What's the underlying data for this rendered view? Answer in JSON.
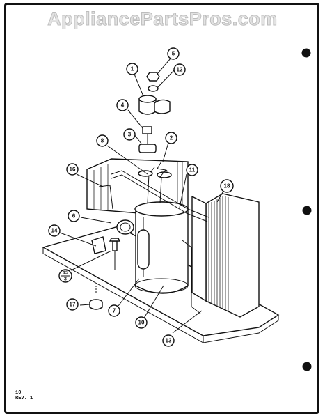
{
  "watermark": "AppliancePartsPros.com",
  "callouts": [
    {
      "id": "c1",
      "label": "1"
    },
    {
      "id": "c2",
      "label": "2"
    },
    {
      "id": "c3",
      "label": "3"
    },
    {
      "id": "c4",
      "label": "4"
    },
    {
      "id": "c5",
      "label": "5"
    },
    {
      "id": "c6",
      "label": "6"
    },
    {
      "id": "c7",
      "label": "7"
    },
    {
      "id": "c8",
      "label": "8"
    },
    {
      "id": "c10",
      "label": "10"
    },
    {
      "id": "c11",
      "label": "11"
    },
    {
      "id": "c12",
      "label": "12"
    },
    {
      "id": "c13",
      "label": "13"
    },
    {
      "id": "c14",
      "label": "14"
    },
    {
      "id": "c15",
      "label": "15",
      "sub": "3"
    },
    {
      "id": "c16",
      "label": "16"
    },
    {
      "id": "c17",
      "label": "17"
    },
    {
      "id": "c18",
      "label": "18"
    }
  ],
  "footer": {
    "page_number": "10",
    "revision": "REV. 1"
  }
}
